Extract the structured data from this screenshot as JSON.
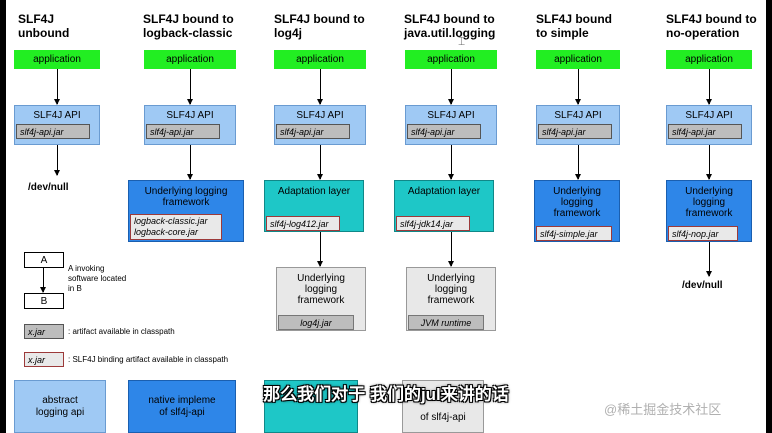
{
  "columns": [
    {
      "title": "SLF4J\nunbound",
      "app": "application",
      "api": "SLF4J API",
      "api_jar": "slf4j-api.jar",
      "end": "/dev/null"
    },
    {
      "title": "SLF4J bound to\nlogback-classic",
      "app": "application",
      "api": "SLF4J API",
      "api_jar": "slf4j-api.jar",
      "impl": "Underlying logging\nframework",
      "impl_jar1": "logback-classic.jar",
      "impl_jar2": "logback-core.jar"
    },
    {
      "title": "SLF4J bound to\nlog4j",
      "app": "application",
      "api": "SLF4J API",
      "api_jar": "slf4j-api.jar",
      "adapt": "Adaptation layer",
      "adapt_jar": "slf4j-log412.jar",
      "under": "Underlying\nlogging\nframework",
      "under_jar": "log4j.jar"
    },
    {
      "title": "SLF4J bound to\njava.util.logging",
      "app": "application",
      "api": "SLF4J API",
      "api_jar": "slf4j-api.jar",
      "adapt": "Adaptation layer",
      "adapt_jar": "slf4j-jdk14.jar",
      "under": "Underlying\nlogging\nframework",
      "under_jar": "JVM runtime"
    },
    {
      "title": "SLF4J bound\nto simple",
      "app": "application",
      "api": "SLF4J API",
      "api_jar": "slf4j-api.jar",
      "impl": "Underlying\nlogging\nframework",
      "impl_jar": "slf4j-simple.jar"
    },
    {
      "title": "SLF4J bound to\nno-operation",
      "app": "application",
      "api": "SLF4J API",
      "api_jar": "slf4j-api.jar",
      "impl": "Underlying\nlogging\nframework",
      "impl_jar": "slf4j-nop.jar",
      "end": "/dev/null"
    }
  ],
  "legend": {
    "a": "A",
    "b": "B",
    "invoke_text": "A invoking\nsoftware located\nin B",
    "jar_sample": "x.jar",
    "jar_text": ": artifact available in classpath",
    "bind_sample": "x.jar",
    "bind_text": ": SLF4J binding artifact available in classpath"
  },
  "bottom": {
    "abstract": "abstract\nlogging api",
    "native": "native impleme\nof slf4j-api",
    "partial": "of slf4j-api"
  },
  "subtitle": "那么我们对于 我们的jul来讲的话",
  "watermark": "@稀土掘金技术社区",
  "colors": {
    "application": "#22ee22",
    "api": "#9fc9f4",
    "bound_impl": "#2e86e8",
    "adaptation": "#1ec7c7",
    "underlying": "#e8e8e8"
  }
}
